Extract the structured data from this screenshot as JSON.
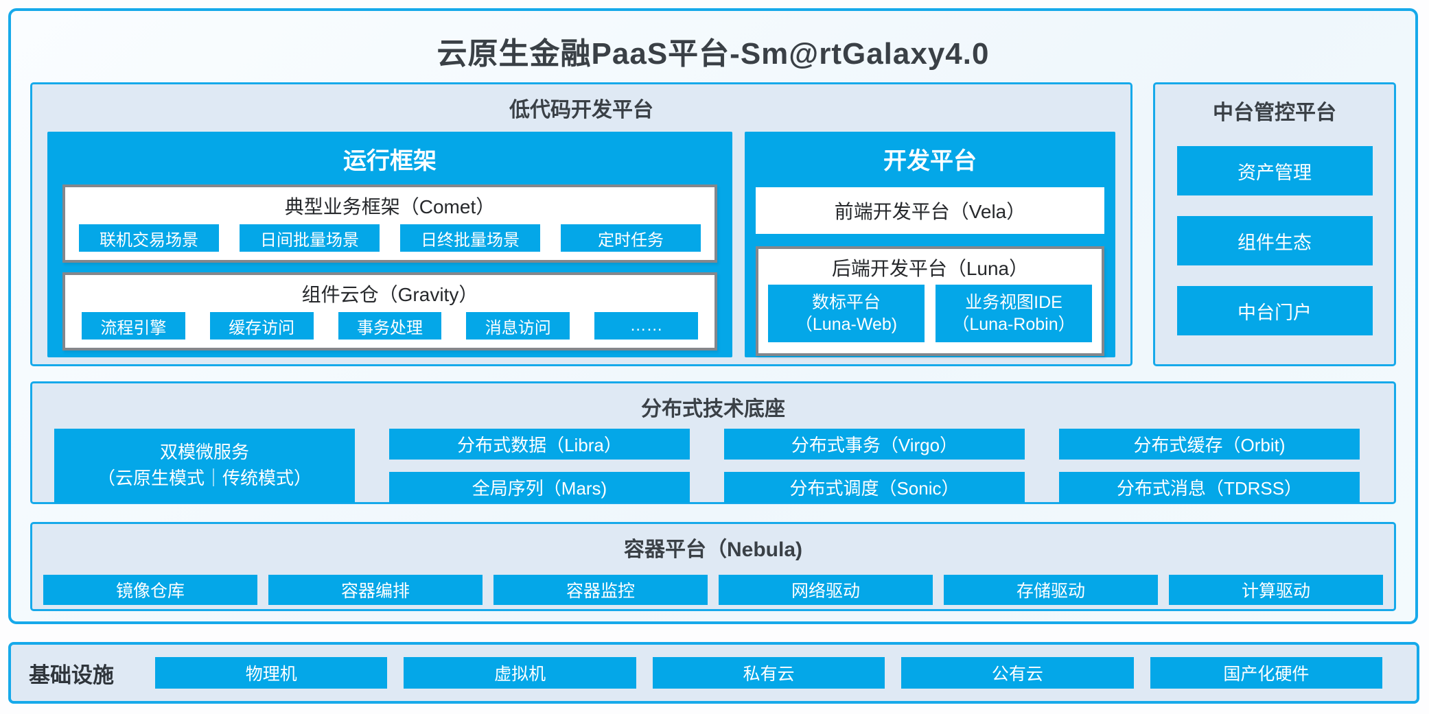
{
  "colors": {
    "accent": "#04a7e8",
    "line": "#16a9ea",
    "section_bg": "#dfe9f4",
    "gray_border": "#84878c",
    "dark_text": "#3a4046"
  },
  "title": "云原生金融PaaS平台-Sm@rtGalaxy4.0",
  "low_code": {
    "title": "低代码开发平台",
    "runtime": {
      "title": "运行框架",
      "comet": {
        "title": "典型业务框架（Comet）",
        "items": [
          "联机交易场景",
          "日间批量场景",
          "日终批量场景",
          "定时任务"
        ]
      },
      "gravity": {
        "title": "组件云仓（Gravity）",
        "items": [
          "流程引擎",
          "缓存访问",
          "事务处理",
          "消息访问",
          "……"
        ]
      }
    },
    "dev": {
      "title": "开发平台",
      "vela": "前端开发平台（Vela）",
      "luna": {
        "title": "后端开发平台（Luna）",
        "items": [
          {
            "line1": "数标平台",
            "line2": "（Luna-Web)"
          },
          {
            "line1": "业务视图IDE",
            "line2": "（Luna-Robin）"
          }
        ]
      }
    }
  },
  "mid_platform": {
    "title": "中台管控平台",
    "items": [
      "资产管理",
      "组件生态",
      "中台门户"
    ]
  },
  "distributed": {
    "title": "分布式技术底座",
    "dual": {
      "line1": "双模微服务",
      "line2": "（云原生模式｜传统模式）"
    },
    "cols": [
      [
        "分布式数据（Libra）",
        "全局序列（Mars)"
      ],
      [
        "分布式事务（Virgo）",
        "分布式调度（Sonic）"
      ],
      [
        "分布式缓存（Orbit)",
        "分布式消息（TDRSS）"
      ]
    ]
  },
  "container_platform": {
    "title": "容器平台（Nebula)",
    "items": [
      "镜像仓库",
      "容器编排",
      "容器监控",
      "网络驱动",
      "存储驱动",
      "计算驱动"
    ]
  },
  "infrastructure": {
    "title": "基础设施",
    "items": [
      "物理机",
      "虚拟机",
      "私有云",
      "公有云",
      "国产化硬件"
    ]
  }
}
